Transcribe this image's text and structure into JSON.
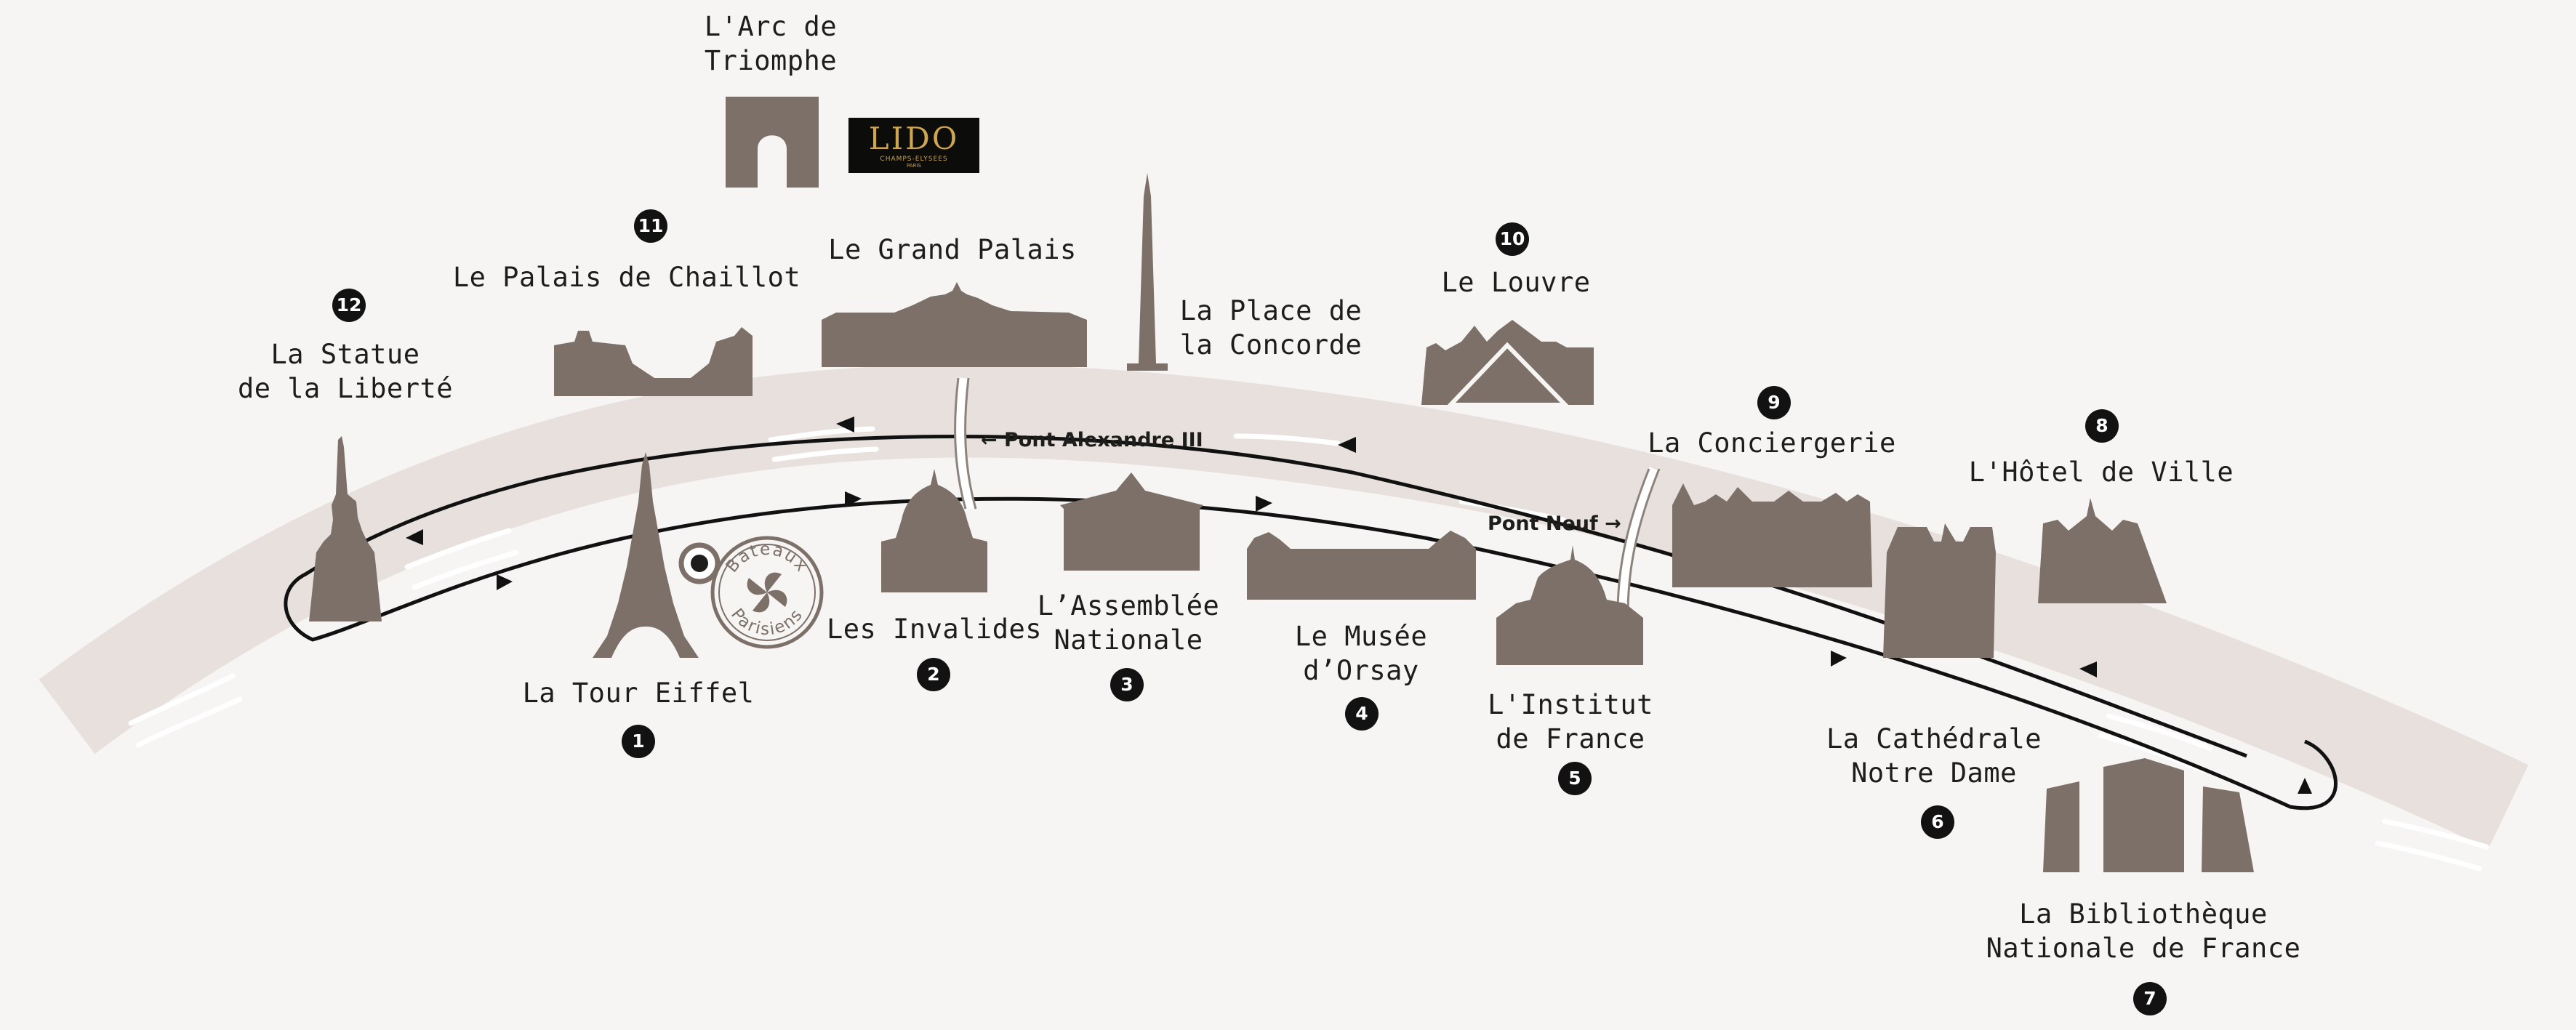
{
  "colors": {
    "background": "#f6f5f3",
    "river": "#e7e0dc",
    "river_waves": "#ffffff",
    "monument": "#7c7069",
    "route": "#111111",
    "badge": "#121212",
    "lido_gold": "#cfa54e"
  },
  "landmarks": [
    {
      "num": "1",
      "name": [
        "La Tour Eiffel"
      ]
    },
    {
      "num": "2",
      "name": [
        "Les Invalides"
      ]
    },
    {
      "num": "3",
      "name": [
        "L’Assemblée",
        "Nationale"
      ]
    },
    {
      "num": "4",
      "name": [
        "Le Musée",
        "d’Orsay"
      ]
    },
    {
      "num": "5",
      "name": [
        "L'Institut",
        "de France"
      ]
    },
    {
      "num": "6",
      "name": [
        "La Cathédrale",
        "Notre Dame"
      ]
    },
    {
      "num": "7",
      "name": [
        "La Bibliothèque",
        "Nationale de France"
      ]
    },
    {
      "num": "8",
      "name": [
        "L'Hôtel de Ville"
      ]
    },
    {
      "num": "9",
      "name": [
        "La Conciergerie"
      ]
    },
    {
      "num": "10",
      "name": [
        "Le Louvre"
      ]
    },
    {
      "num": "11",
      "name": [
        "Le Palais de Chaillot"
      ]
    },
    {
      "num": "12",
      "name": [
        "La Statue",
        "de la Liberté"
      ]
    }
  ],
  "other_landmarks": {
    "arc": [
      "L'Arc de",
      "Triomphe"
    ],
    "grand_palais": [
      "Le Grand Palais"
    ],
    "concorde": [
      "La Place de",
      "la Concorde"
    ]
  },
  "bridges": {
    "alexandre": "← Pont Alexandre III",
    "neuf": "Pont Neuf →"
  },
  "bateaux_logo": {
    "line1": "Bateaux",
    "line2": "Parisiens"
  },
  "lido_logo": {
    "title": "LIDO",
    "sub": "CHAMPS-ELYSEES",
    "city": "PARIS"
  }
}
